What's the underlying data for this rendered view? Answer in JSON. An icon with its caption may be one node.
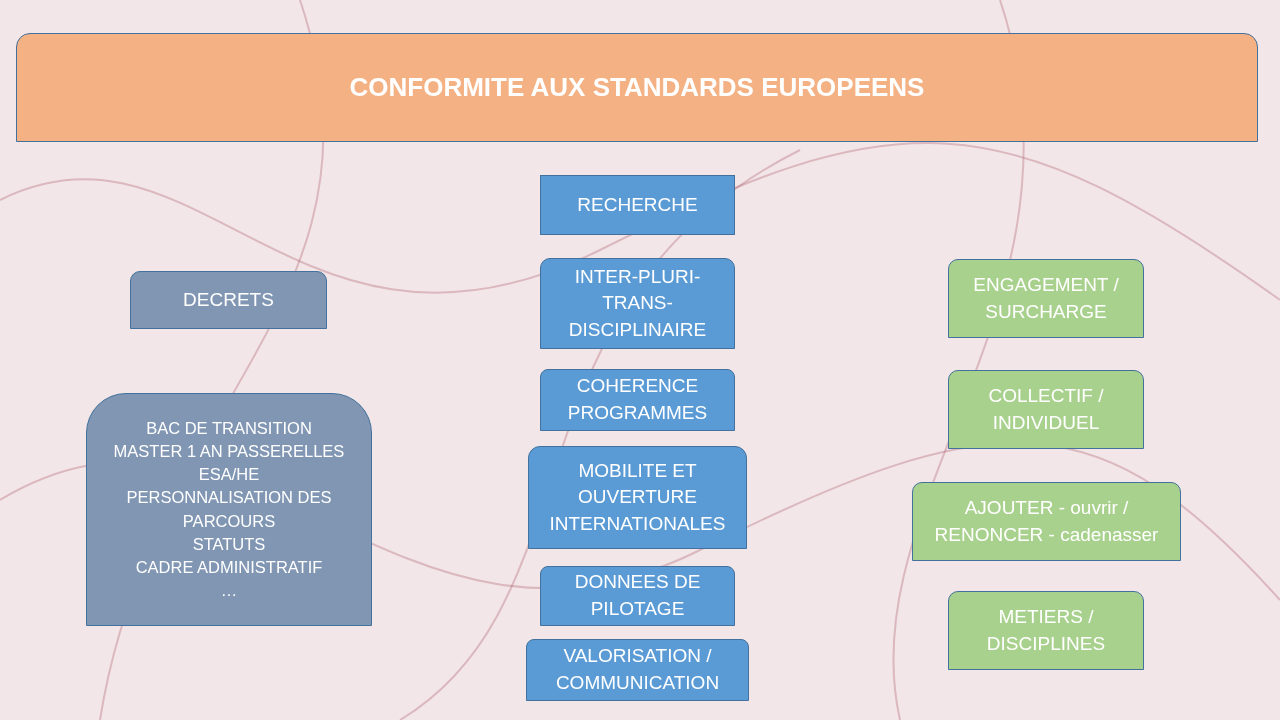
{
  "diagram": {
    "nodes": [
      {
        "text": [
          "CONFORMITE AUX STANDARDS EUROPEENS"
        ]
      },
      {
        "text": [
          "DECRETS"
        ]
      },
      {
        "text": [
          "BAC DE TRANSITION",
          "MASTER 1 AN PASSERELLES ESA/HE",
          "PERSONNALISATION DES PARCOURS",
          "STATUTS",
          "CADRE ADMINISTRATIF",
          "…"
        ]
      },
      {
        "text": [
          "RECHERCHE"
        ]
      },
      {
        "text": [
          "INTER-PLURI- TRANS- DISCIPLINAIRE"
        ]
      },
      {
        "text": [
          "COHERENCE PROGRAMMES"
        ]
      },
      {
        "text": [
          "MOBILITE ET OUVERTURE INTERNATIONALES"
        ]
      },
      {
        "text": [
          "DONNEES DE PILOTAGE"
        ]
      },
      {
        "text": [
          "VALORISATION / COMMUNICATION"
        ]
      },
      {
        "text": [
          "ENGAGEMENT / SURCHARGE"
        ]
      },
      {
        "text": [
          "COLLECTIF / INDIVIDUEL"
        ]
      },
      {
        "text": [
          "AJOUTER  - ouvrir / RENONCER - cadenasser"
        ]
      },
      {
        "text": [
          "METIERS / DISCIPLINES"
        ]
      }
    ],
    "edges": []
  }
}
